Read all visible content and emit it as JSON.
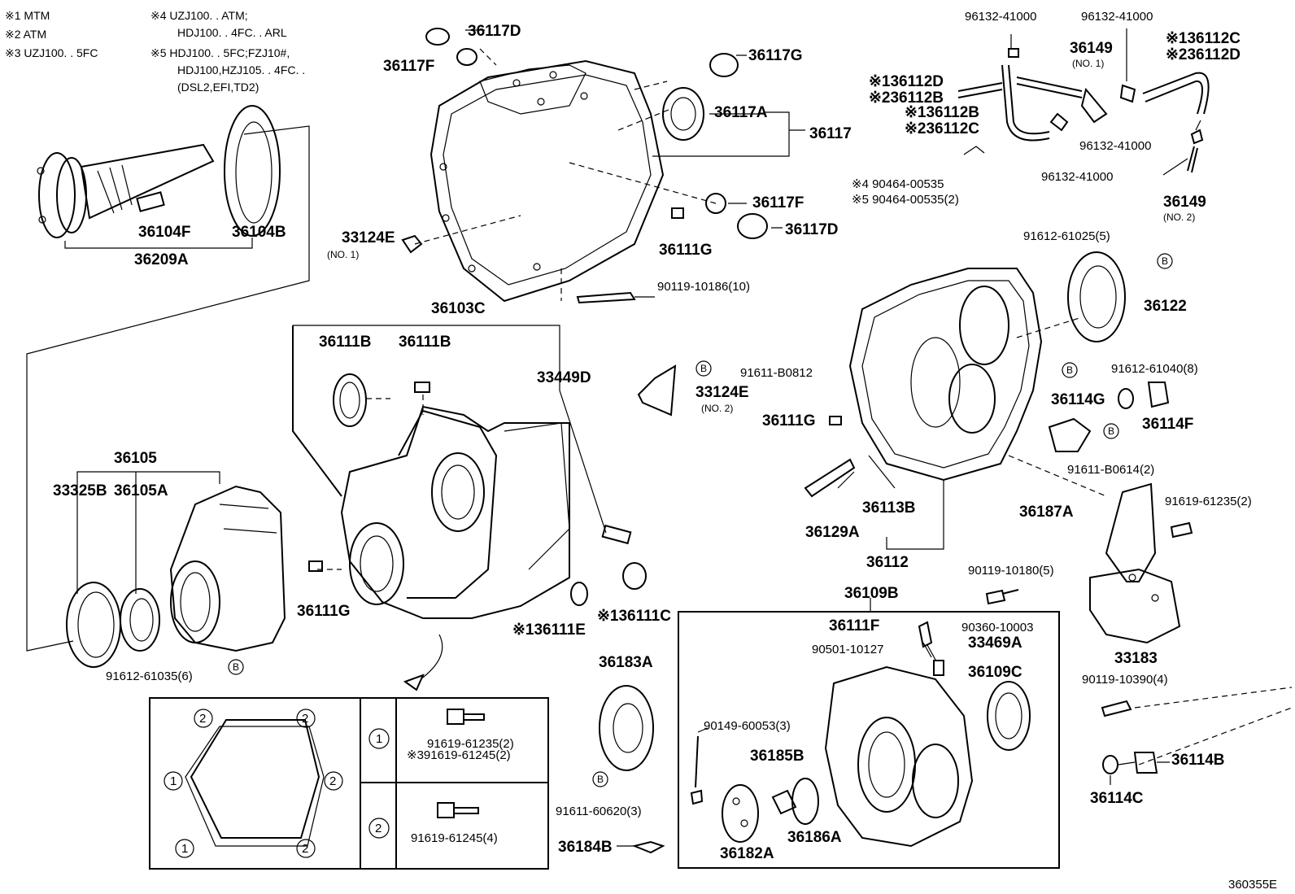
{
  "notes": [
    "※1 MTM",
    "※2 ATM",
    "※3 UZJ100. . 5FC",
    "※4 UZJ100. . ATM;",
    "HDJ100. . 4FC. . ARL",
    "※5 HDJ100. . 5FC;FZJ10#,",
    "HDJ100,HZJ105. . 4FC. .",
    "(DSL2,EFI,TD2)"
  ],
  "labels": {
    "p36117D_a": "36117D",
    "p36117F_a": "36117F",
    "p36117G": "36117G",
    "p36117A": "36117A",
    "p36117": "36117",
    "p36117F_b": "36117F",
    "p36117D_b": "36117D",
    "p36111G_a": "36111G",
    "p33124E_1": "33124E",
    "no1": "(NO. 1)",
    "p90119_10186": "90119-10186(10)",
    "p36104F": "36104F",
    "p36104B": "36104B",
    "p36209A": "36209A",
    "p36103C": "36103C",
    "p36111B_a": "36111B",
    "p36111B_b": "36111B",
    "p33449D": "33449D",
    "p36105": "36105",
    "p33325B": "33325B",
    "p36105A": "36105A",
    "p36111G_b": "36111G",
    "p91612_61035": "91612-61035(6)",
    "p36111E": "※136111E",
    "p36111C": "※136111C",
    "p96132_a": "96132-41000",
    "p96132_b": "96132-41000",
    "p96132_c": "96132-41000",
    "p96132_d": "96132-41000",
    "p36149_1": "36149",
    "no1b": "(NO. 1)",
    "p36112C_top": "※136112C",
    "p36112D_top": "※236112D",
    "p36112D_left": "※136112D",
    "p36112B_left": "※236112B",
    "p36112B_mid": "※136112B",
    "p36112C_mid": "※236112C",
    "p90464_4": "※4 90464-00535",
    "p90464_5": "※5 90464-00535(2)",
    "p36149_2": "36149",
    "no2": "(NO. 2)",
    "p91612_61025": "91612-61025(5)",
    "p36122": "36122",
    "p91611_B0812": "91611-B0812",
    "p33124E_2": "33124E",
    "no2b": "(NO. 2)",
    "p91612_61040": "91612-61040(8)",
    "p36114G": "36114G",
    "p36114F": "36114F",
    "p36111G_c": "36111G",
    "p91611_B0614": "91611-B0614(2)",
    "p36187A": "36187A",
    "p36113B": "36113B",
    "p36129A": "36129A",
    "p36112": "36112",
    "p91619_61235_r": "91619-61235(2)",
    "p90119_10180": "90119-10180(5)",
    "p36109B": "36109B",
    "p36111F": "36111F",
    "p90360_10003": "90360-10003",
    "p90501_10127": "90501-10127",
    "p33469A": "33469A",
    "p36109C": "36109C",
    "p33183": "33183",
    "p90119_10390": "90119-10390(4)",
    "p36183A": "36183A",
    "p90149_60053": "90149-60053(3)",
    "p36185B": "36185B",
    "p91611_60620": "91611-60620(3)",
    "p36114B": "36114B",
    "p36114C": "36114C",
    "p36184B": "36184B",
    "p36182A": "36182A",
    "p36186A": "36186A",
    "box_1a": "91619-61235(2)",
    "box_1b": "※391619-61245(2)",
    "box_2": "91619-61245(4)",
    "fig_no": "360355E"
  },
  "markers": {
    "b": "B",
    "one": "1",
    "two": "2"
  }
}
